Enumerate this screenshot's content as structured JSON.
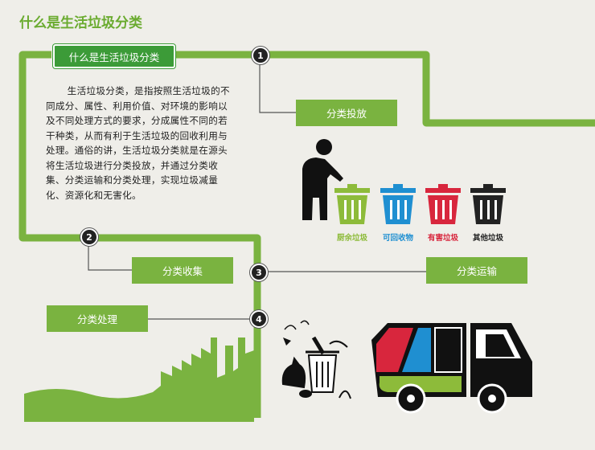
{
  "page": {
    "title": "什么是生活垃圾分类"
  },
  "header": {
    "label": "什么是生活垃圾分类"
  },
  "description": "生活垃圾分类，是指按照生活垃圾的不同成分、属性、利用价值、对环境的影响以及不同处理方式的要求，分成属性不同的若干种类，从而有利于生活垃圾的回收利用与处理。通俗的讲，生活垃圾分类就是在源头将生活垃圾进行分类投放，并通过分类收集、分类运输和分类处理，实现垃圾减量化、资源化和无害化。",
  "steps": [
    {
      "number": "1",
      "label": "分类投放"
    },
    {
      "number": "2",
      "label": "分类收集"
    },
    {
      "number": "3",
      "label": "分类运输"
    },
    {
      "number": "4",
      "label": "分类处理"
    }
  ],
  "bins": [
    {
      "label": "厨余垃圾",
      "color": "#8dbb3a"
    },
    {
      "label": "可回收物",
      "color": "#1f8fd1"
    },
    {
      "label": "有害垃圾",
      "color": "#d8263d"
    },
    {
      "label": "其他垃圾",
      "color": "#222222"
    }
  ],
  "colors": {
    "accent_green": "#6aab2f",
    "dark_green": "#3c9b38",
    "label_green": "#7ab340"
  }
}
